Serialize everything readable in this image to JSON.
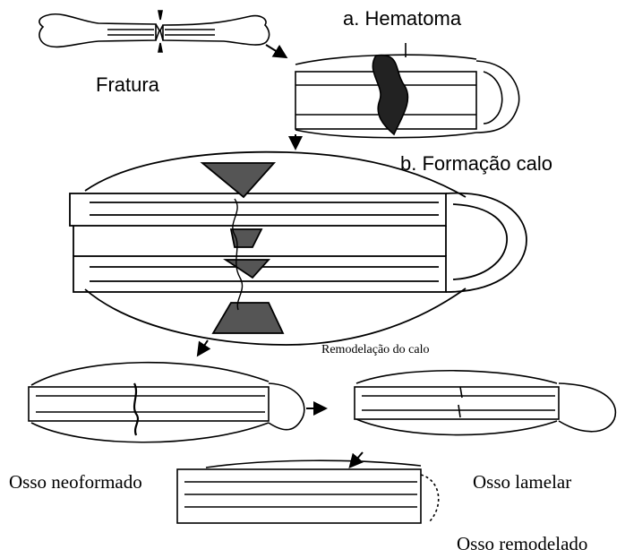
{
  "labels": {
    "fratura": "Fratura",
    "hematoma": "a.   Hematoma",
    "formacao_calo": "b. Formação calo",
    "remodelacao_calo": "Remodelação do calo",
    "osso_neoformado": "Osso neoformado",
    "osso_lamelar": "Osso lamelar",
    "osso_remodelado": "Osso remodelado"
  },
  "figure": {
    "stages": [
      "fracture",
      "hematoma",
      "callus-formation",
      "new-bone",
      "lamellar-bone",
      "remodeled-bone"
    ],
    "line_color": "#000000",
    "background_color": "#ffffff"
  }
}
